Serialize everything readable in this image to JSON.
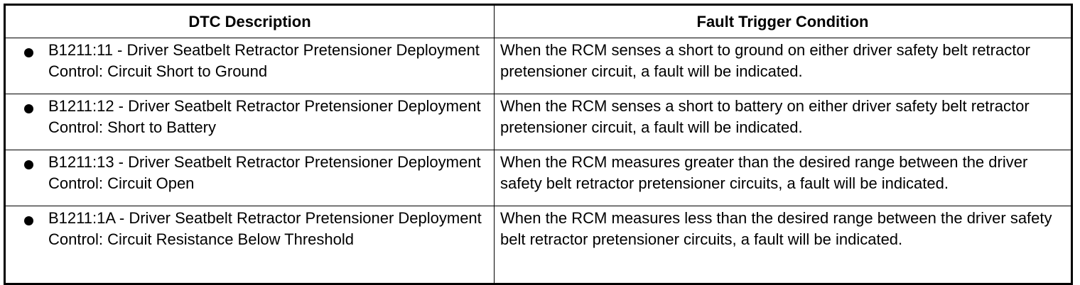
{
  "table": {
    "headers": {
      "description": "DTC Description",
      "condition": "Fault Trigger Condition"
    },
    "rows": [
      {
        "description": "B1211:11 - Driver Seatbelt Retractor Pretensioner Deployment Control: Circuit Short to Ground",
        "condition": "When the RCM senses a short to ground on either driver safety belt retractor pretensioner circuit, a fault will be indicated."
      },
      {
        "description": "B1211:12 - Driver Seatbelt Retractor Pretensioner Deployment Control: Short to Battery",
        "condition": "When the RCM senses a short to battery on either driver safety belt retractor pretensioner circuit, a fault will be indicated."
      },
      {
        "description": "B1211:13 - Driver Seatbelt Retractor Pretensioner Deployment Control: Circuit Open",
        "condition": "When the RCM measures greater than the desired range between the driver safety belt retractor pretensioner circuits, a fault will be indicated."
      },
      {
        "description": "B1211:1A - Driver Seatbelt Retractor Pretensioner Deployment Control: Circuit Resistance Below Threshold",
        "condition": "When the RCM measures less than the desired range between the driver safety belt retractor pretensioner circuits, a fault will be indicated."
      }
    ]
  }
}
